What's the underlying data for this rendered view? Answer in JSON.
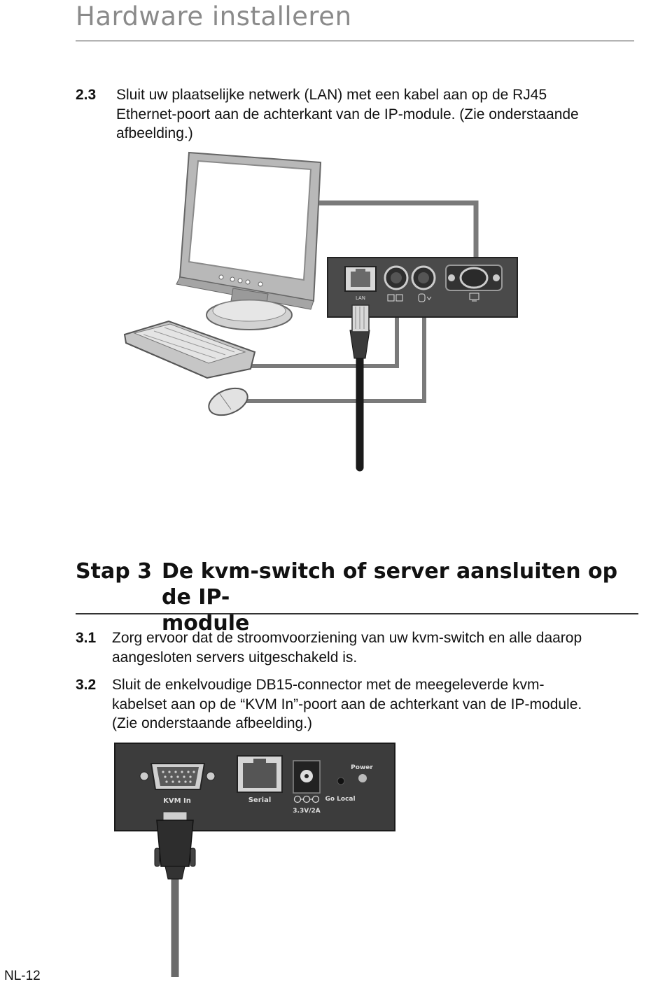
{
  "header": {
    "title": "Hardware installeren"
  },
  "step_2_3": {
    "number": "2.3",
    "lines": [
      "Sluit uw plaatselijke netwerk (LAN) met een kabel aan op de RJ45",
      "Ethernet-poort aan de achterkant van de IP-module. (Zie onderstaande",
      "afbeelding.)"
    ]
  },
  "figure1": {
    "port_label": "LAN"
  },
  "section": {
    "number": "Stap 3",
    "title_lines": [
      "De kvm-switch of server aansluiten op de IP-",
      "module"
    ]
  },
  "step_3_1": {
    "number": "3.1",
    "lines": [
      "Zorg ervoor dat de stroomvoorziening van uw kvm-switch en alle daarop",
      "aangesloten servers uitgeschakeld is."
    ]
  },
  "step_3_2": {
    "number": "3.2",
    "lines": [
      "Sluit de enkelvoudige DB15-connector met de meegeleverde kvm-",
      "kabelset aan op de “KVM In”-poort aan de achterkant van de IP-module.",
      "(Zie onderstaande afbeelding.)"
    ]
  },
  "figure2": {
    "kvm_label": "KVM In",
    "serial_label": "Serial",
    "power_rating": "3.3V/2A",
    "power_label": "Power",
    "golocal_label": "Go Local"
  },
  "footer": {
    "page_number": "NL-12"
  }
}
